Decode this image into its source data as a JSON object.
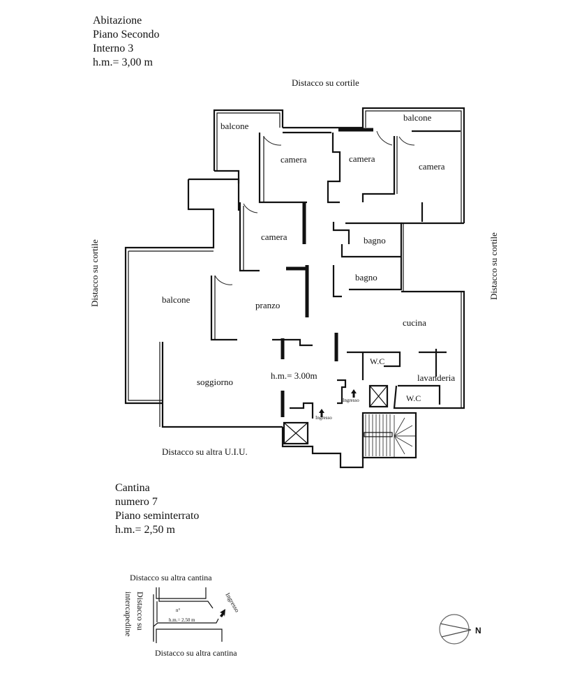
{
  "apartment_info": {
    "title": "Abitazione",
    "floor": "Piano Secondo",
    "unit": "Interno 3",
    "height": "h.m.= 3,00 m"
  },
  "surroundings": {
    "top": "Distacco su cortile",
    "left": "Distacco su cortile",
    "right": "Distacco su cortile",
    "bottom": "Distacco su altra U.I.U."
  },
  "rooms": {
    "balcone_top_left": "balcone",
    "balcone_top_right": "balcone",
    "camera_1": "camera",
    "camera_2": "camera",
    "camera_3": "camera",
    "camera_4": "camera",
    "bagno_1": "bagno",
    "bagno_2": "bagno",
    "balcone_left": "balcone",
    "pranzo": "pranzo",
    "cucina": "cucina",
    "wc_1": "W.C",
    "wc_2": "W.C",
    "lavanderia": "lavanderia",
    "soggiorno": "soggiorno"
  },
  "plan_height_label": "h.m.= 3.00m",
  "entrances": [
    "Ingresso",
    "Ingresso"
  ],
  "cellar_info": {
    "title": "Cantina",
    "number": "numero 7",
    "floor": "Piano seminterrato",
    "height": "h.m.= 2,50 m"
  },
  "cellar_plan": {
    "top": "Distacco su altra cantina",
    "bottom": "Distacco su altra cantina",
    "left_line1": "Distacco su",
    "left_line2": "intercapedine",
    "entrance": "Ingresso",
    "number_label": "n°",
    "height": "h.m.= 2.50 m"
  },
  "compass": {
    "north": "N"
  }
}
